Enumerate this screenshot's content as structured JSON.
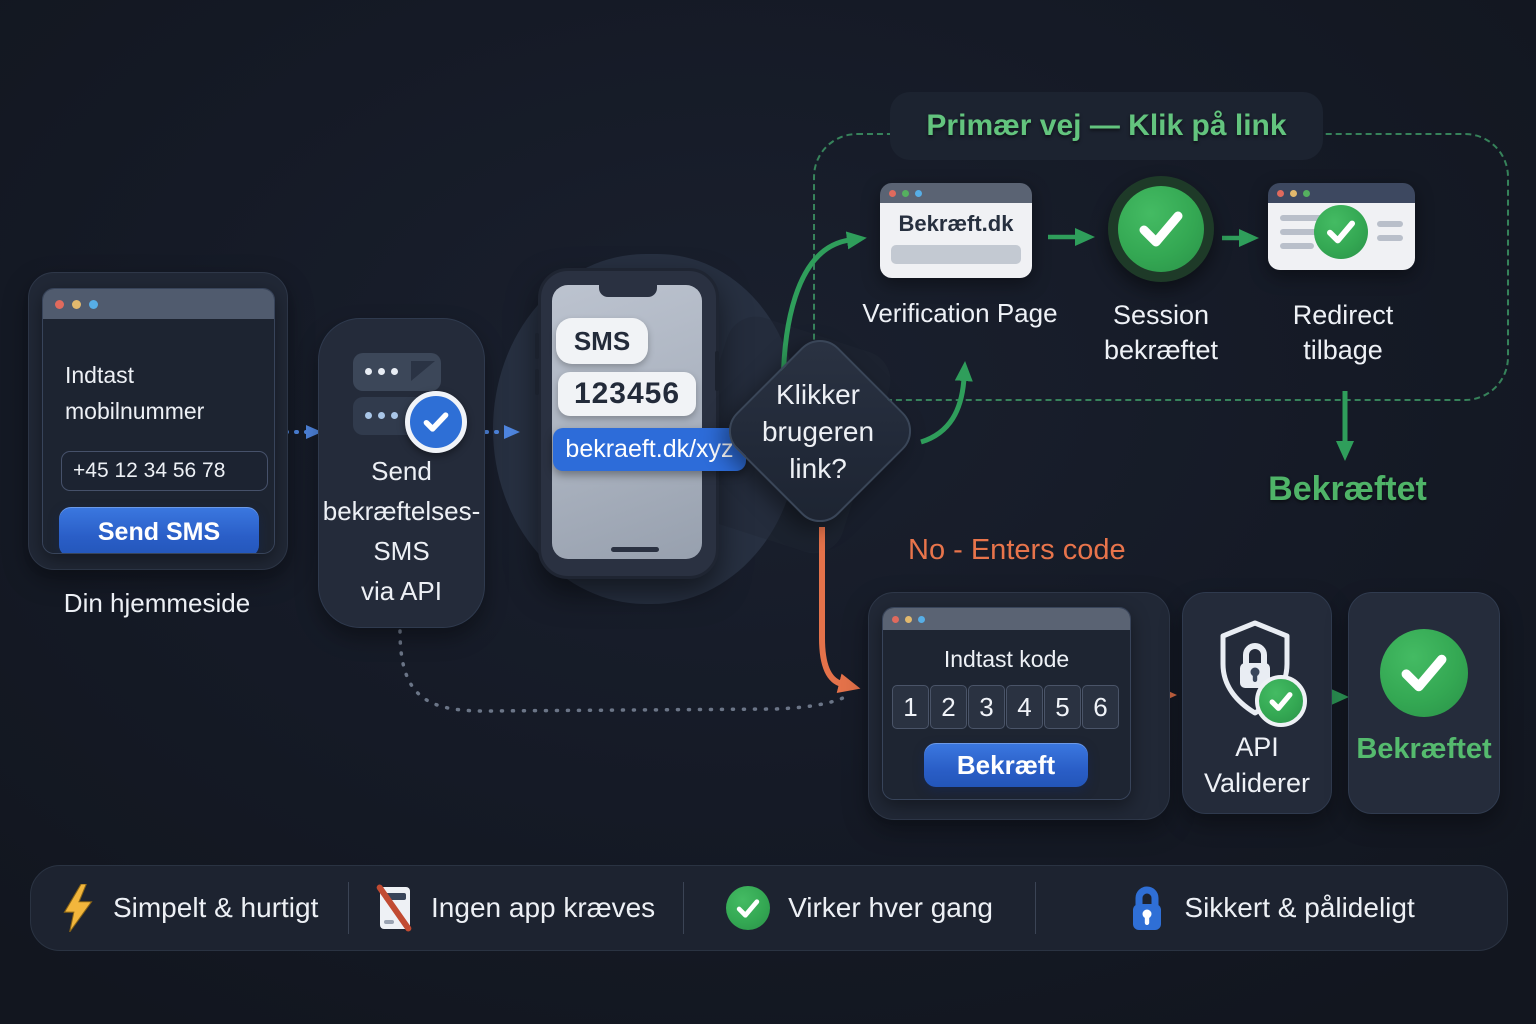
{
  "website_card": {
    "heading_line1": "Indtast",
    "heading_line2": "mobilnummer",
    "phone_value": "+45 12 34 56 78",
    "send_button": "Send SMS",
    "caption": "Din hjemmeside"
  },
  "api_step": {
    "line1": "Send",
    "line2": "bekræftelses-",
    "line3": "SMS",
    "line4": "via API"
  },
  "phone": {
    "sms_label": "SMS",
    "code": "123456",
    "link": "bekraeft.dk/xyz"
  },
  "decision": {
    "line1": "Klikker",
    "line2": "brugeren",
    "line3": "link?"
  },
  "primary_path": {
    "title": "Primær vej — Klik på link",
    "browser_title": "Bekræft.dk",
    "verification_label": "Verification Page",
    "session_line1": "Session",
    "session_line2": "bekræftet",
    "redirect_line1": "Redirect",
    "redirect_line2": "tilbage",
    "result": "Bekræftet"
  },
  "fallback_path": {
    "label": "No - Enters code",
    "code_title": "Indtast kode",
    "digits": [
      "1",
      "2",
      "3",
      "4",
      "5",
      "6"
    ],
    "confirm_button": "Bekræft",
    "api_line1": "API",
    "api_line2": "Validerer",
    "result": "Bekræftet"
  },
  "features": [
    {
      "icon": "lightning-icon",
      "label": "Simpelt & hurtigt"
    },
    {
      "icon": "no-app-icon",
      "label": "Ingen app kræves"
    },
    {
      "icon": "check-circle-icon",
      "label": "Virker hver gang"
    },
    {
      "icon": "lock-icon",
      "label": "Sikkert & pålideligt"
    }
  ],
  "colors": {
    "accent_blue": "#2d6bd3",
    "accent_green": "#34a853",
    "green_text": "#5dbf77",
    "accent_orange": "#e4724a",
    "background": "#141824"
  }
}
